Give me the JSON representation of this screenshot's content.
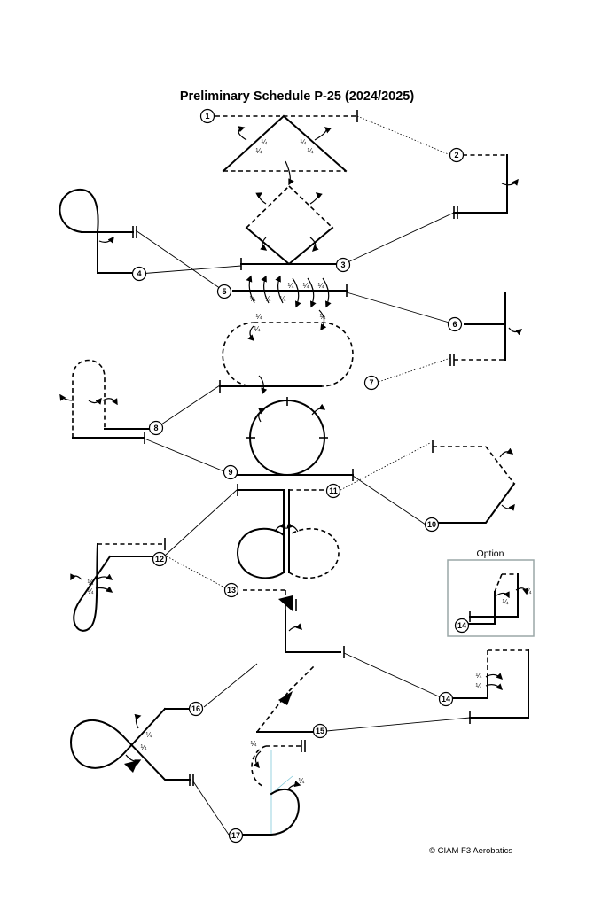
{
  "title": "Preliminary Schedule P-25 (2024/2025)",
  "copyright": "©  CIAM F3 Aerobatics",
  "option_label": "Option",
  "roll_fraction": "¼",
  "figure_numbers": [
    "1",
    "2",
    "3",
    "4",
    "5",
    "6",
    "7",
    "8",
    "9",
    "10",
    "11",
    "12",
    "13",
    "14",
    "15",
    "16",
    "17"
  ],
  "option_figure_number": "14"
}
